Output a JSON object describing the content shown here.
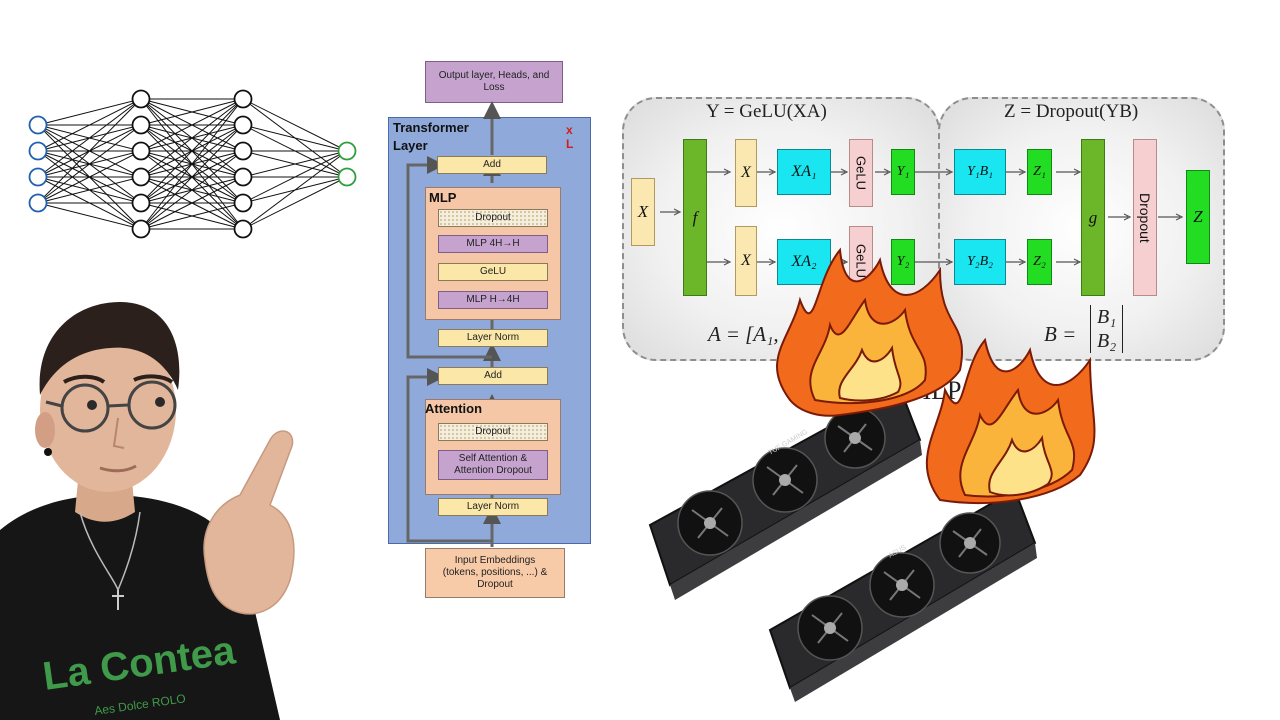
{
  "transformer": {
    "output": "Output layer, Heads, and Loss",
    "title": "Transformer Layer",
    "repeat": "x L",
    "add_top": "Add",
    "mlp_title": "MLP",
    "mlp_dropout": "Dropout",
    "mlp_4h_h": "MLP 4H→H",
    "gelu": "GeLU",
    "mlp_h_4h": "MLP H→4H",
    "layer_norm_top": "Layer Norm",
    "add_mid": "Add",
    "attention_title": "Attention",
    "attn_dropout": "Dropout",
    "self_attention": "Self Attention & Attention Dropout",
    "layer_norm_bottom": "Layer Norm",
    "input": "Input Embeddings (tokens, positions, ...) & Dropout"
  },
  "parallel": {
    "left_title": "Y = GeLU(XA)",
    "right_title": "Z = Dropout(YB)",
    "x_in": "X",
    "f": "f",
    "x1": "X",
    "x2": "X",
    "xa1": "XA₁",
    "xa2": "XA₂",
    "gelu1": "GeLU",
    "gelu2": "GeLU",
    "y1": "Y₁",
    "y2": "Y₂",
    "y1b1": "Y₁B₁",
    "y2b2": "Y₂B₂",
    "z1": "Z₁",
    "z2": "Z₂",
    "g": "g",
    "dropout": "Dropout",
    "z": "Z",
    "a_eq": "A = [A₁,",
    "b_eq": "B =",
    "b1": "B₁",
    "b2": "B₂",
    "caption_fragment": "MLP"
  },
  "gpu": {
    "brand1": "TUF GAMING",
    "brand2": "ASUS"
  },
  "shirt": {
    "line1": "La Contea",
    "line2": "Aes Dolce ROLO"
  },
  "colors": {
    "nn_input": "#1f5fb0",
    "nn_output": "#2e9e3a",
    "transformer_bg": "#8fa9da",
    "fire": "#f26a1b"
  }
}
